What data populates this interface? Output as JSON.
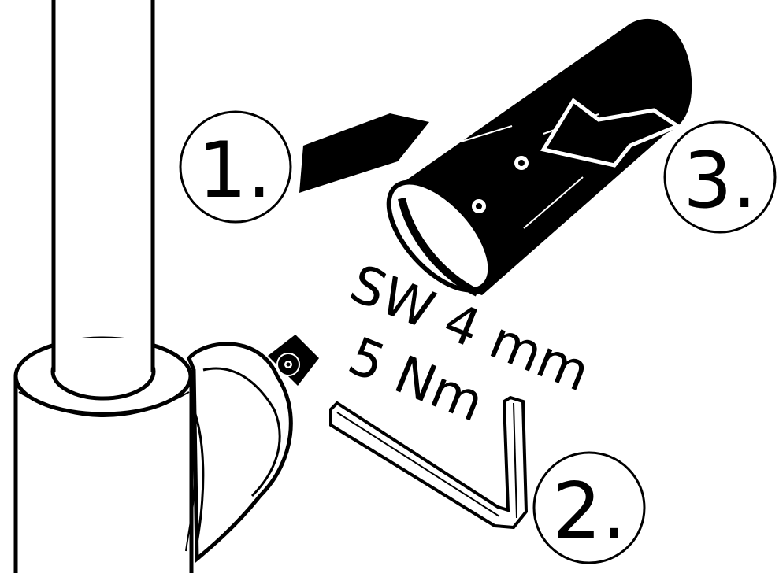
{
  "steps": [
    {
      "label": "1.",
      "icon": "arrow-left-icon"
    },
    {
      "label": "2.",
      "icon": "hex-key-icon"
    },
    {
      "label": "3.",
      "icon": "arrow-left-icon"
    }
  ],
  "tool_spec": {
    "wrench_size": "SW 4 mm",
    "torque": "5 Nm"
  },
  "colors": {
    "line": "#000000",
    "fill": "#ffffff"
  }
}
